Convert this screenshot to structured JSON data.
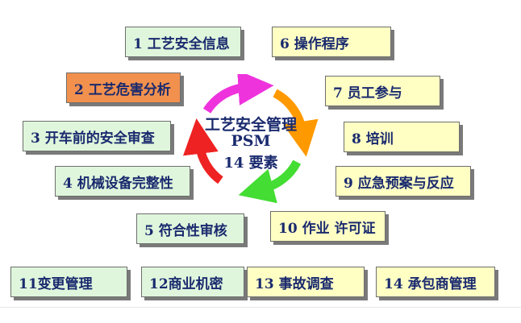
{
  "elements": [
    {
      "label": "1 工艺安全信息",
      "color": "green"
    },
    {
      "label": "2 工艺危害分析",
      "color": "orange"
    },
    {
      "label": "3 开车前的安全审查",
      "color": "green"
    },
    {
      "label": "4 机械设备完整性",
      "color": "green"
    },
    {
      "label": "5 符合性审核",
      "color": "green"
    },
    {
      "label": "6 操作程序",
      "color": "yellow"
    },
    {
      "label": "7 员工参与",
      "color": "yellow"
    },
    {
      "label": "8 培训",
      "color": "yellow"
    },
    {
      "label": "9 应急预案与反应",
      "color": "yellow"
    },
    {
      "label": "10 作业 许可证",
      "color": "yellow"
    },
    {
      "label": "11变更管理",
      "color": "green"
    },
    {
      "label": "12商业机密",
      "color": "green"
    },
    {
      "label": "13 事故调查",
      "color": "yellow"
    },
    {
      "label": "14 承包商管理",
      "color": "yellow"
    }
  ],
  "center": {
    "line1": "工艺安全管理",
    "line2": "PSM",
    "line3": "14 要素"
  },
  "colors": {
    "box_green": "#dff6dc",
    "box_yellow": "#ffffc4",
    "box_orange": "#f2914e",
    "text": "#1a2a6e",
    "arc_magenta": "#ee33dd",
    "arc_orange": "#ff9900",
    "arc_green": "#44dd33",
    "arc_red": "#ee2222"
  }
}
